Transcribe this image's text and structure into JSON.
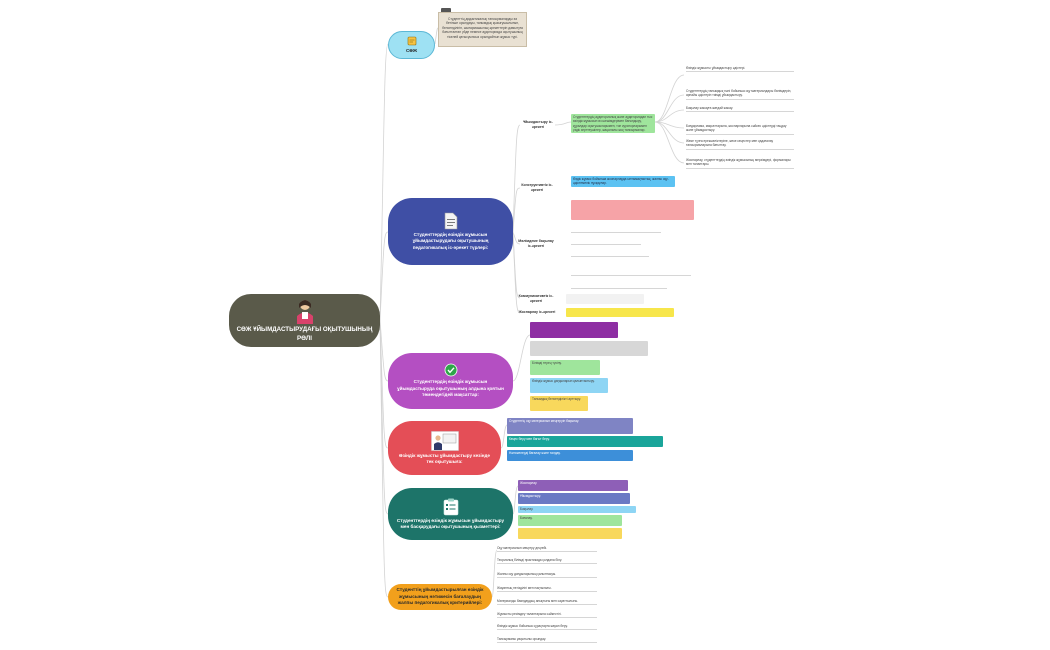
{
  "colors": {
    "root": "#5a5a4a",
    "soj": "#9ee1f3",
    "branch1": "#3f4fa5",
    "branch2": "#b44fc2",
    "branch3": "#e44e57",
    "branch4": "#1d7469",
    "branch5": "#f2a01c"
  },
  "root": {
    "title": "СӨЖ ҰЙЫМДАСТЫРУДАҒЫ ОҚЫТУШЫНЫҢ РӨЛІ",
    "icon": "teacher-icon"
  },
  "soj": {
    "label": "СӨЖ",
    "icon": "note-icon"
  },
  "note": {
    "text": "Студенттің дидактикалық тапсырмаларды өз бетінше орындауы, танымдық қызығушылығын, белсенділігін, шығармашылық әрекеттерін дамытуға бағытталған үйде немесе аудиторияда оқытушының тікелей қатысуынсыз орындайтын жұмыс түрі."
  },
  "branch1": {
    "label": "Студенттердің өзіндік жұмысын ұйымдастырудағы оқытушының педагогикалық іс-әрекет түрлері:",
    "icon": "document-icon",
    "subs": [
      {
        "label": "Ұйымдастыру іс-әрекеті"
      },
      {
        "label": "Конструктивтік іс-әрекеті"
      },
      {
        "label": "Мөлімдеме бақылау іс-әрекеті"
      },
      {
        "label": "Коммуникативтік іс-әрекеті"
      },
      {
        "label": "Жоспарлау іс-әрекеті"
      }
    ],
    "leaves": [
      "Студенттердің аудиториялық және аудиториядан тыс өзіндік жұмысын өз шешімдерімен бағындыру, құралдар оқытушыларымен, топ кураторларымен үздік зерттеушілер, жаңалығы жоқ тапсырмалар.",
      "Өзіндік жұмысты ұйымдастыру әдістері.",
      "Студенттердің танымдық пәні бойынша оқу материалдары бөлімдерін, арнайы әдістерін тиімді ұйымдастыру.",
      "Бақылау жасауға жағдай жасау.",
      "Бағдарлама, мақсаттарына, жоспарларына сәйкес әдістерді таңдау және ұйымдастыру.",
      "Жеке тұлға ерекшеліктеріне, жеке кеңестер мен қадағалау тапсырмаларына бағыттау.",
      "Жоспарлау, студенттердің өзіндік жұмысының мерзімдері, формалары мен талаптары.",
      "Өздік жұмыс бойынша жоспарлауда ынтымақтастық, жалпы оқу-әдістемелік нұсқаулар."
    ]
  },
  "branch2": {
    "label": "Студенттердің өзіндік жұмысын ұйымдастыруда оқытушының алдына қоятын төмендегідей мақсаттар:",
    "icon": "check-icon",
    "leaves": [
      "Білімді терең түсіну.",
      "Өзіндік жұмыс дағдыларын қалыптастыру.",
      "Танымдық белсенділікті арттыру."
    ]
  },
  "branch3": {
    "label": "Өзіндік жұмысты ұйымдастыру кезінде тек оқытушыға:",
    "icon": "presenter-icon",
    "leaves": [
      "Студенттің оқу материалын меңгеруін бақылау.",
      "Кеңес беру мен бағыт беру.",
      "Нәтижелерді бағалау және талдау."
    ]
  },
  "branch4": {
    "label": "Студенттердің өзіндік жұмысын ұйымдастыру мен басқарудағы оқытушының қызметтері:",
    "icon": "clipboard-icon",
    "leaves": [
      "Жоспарлау.",
      "Ұйымдастыру.",
      "Бақылау.",
      "Бағалау."
    ]
  },
  "branch5": {
    "label": "Студенттің ұйымдастырылған өзіндік жұмысының нәтижесін бағалаудың жалпы педагогикалық критерийлері:",
    "leaves": [
      "Оқу материалын меңгеру деңгейі.",
      "Теориялық білімді практикада қолдана білу.",
      "Жалпы оқу дағдыларының қалыптасуы.",
      "Жауаптың негізділігі мен нақтылығы.",
      "Материалды баяндаудың анықтығы мен сауаттылығы.",
      "Жұмысты ресімдеу талаптарына сәйкестігі.",
      "Өзіндік жұмыс бойынша сұрақтарға жауап беру.",
      "Тапсырманы уақытылы орындау."
    ]
  }
}
